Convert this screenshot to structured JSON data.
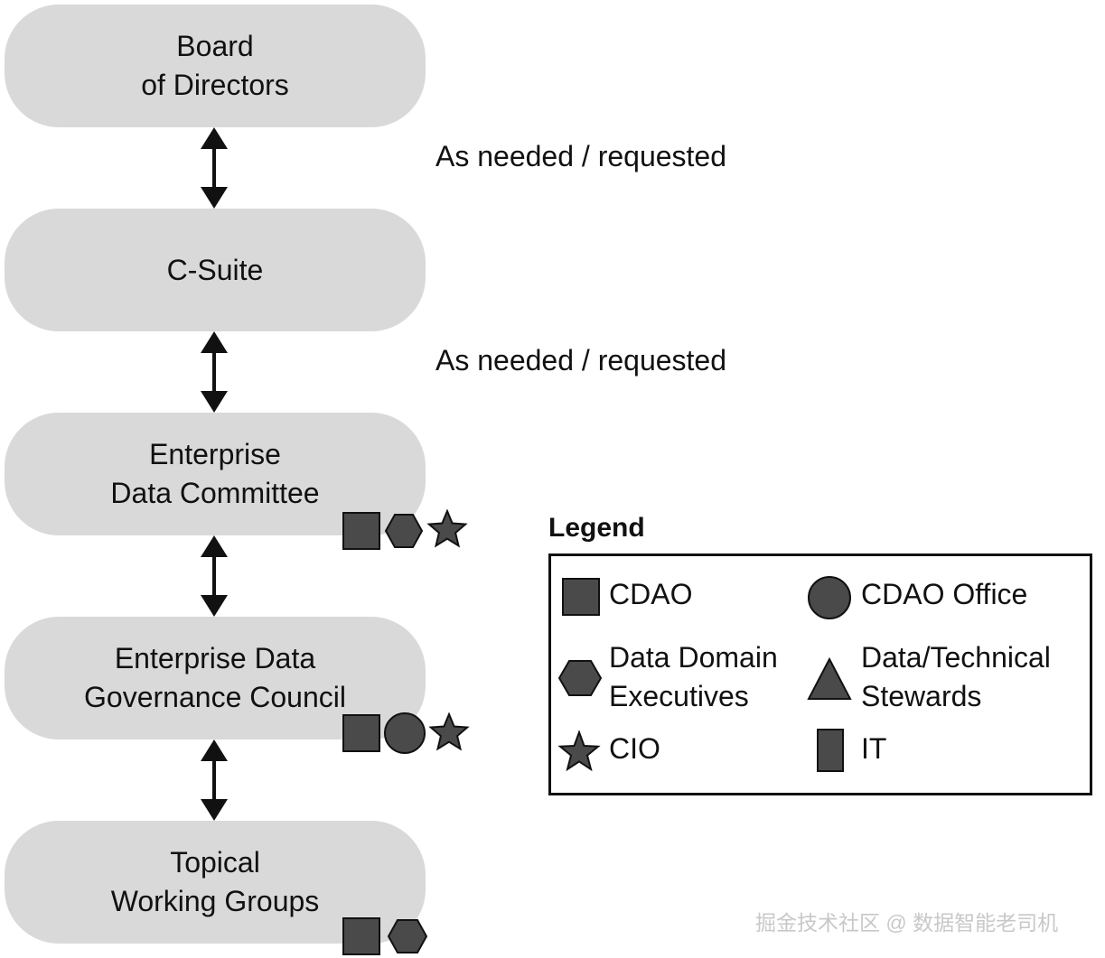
{
  "levels": [
    {
      "label": "Board\nof Directors"
    },
    {
      "label": "C-Suite"
    },
    {
      "label": "Enterprise\nData Committee",
      "badges": [
        "square-icon",
        "hexagon-icon",
        "star-icon"
      ]
    },
    {
      "label": "Enterprise Data\nGovernance Council",
      "badges": [
        "square-icon",
        "circle-icon",
        "star-icon"
      ]
    },
    {
      "label": "Topical\nWorking Groups",
      "badges": [
        "square-icon",
        "hexagon-icon"
      ]
    }
  ],
  "notes": [
    "As needed / requested",
    "As needed / requested"
  ],
  "legend": {
    "title": "Legend",
    "items": [
      {
        "icon": "square-icon",
        "label": "CDAO"
      },
      {
        "icon": "circle-icon",
        "label": "CDAO Office"
      },
      {
        "icon": "hexagon-icon",
        "label": "Data Domain\nExecutives"
      },
      {
        "icon": "triangle-icon",
        "label": "Data/Technical\nStewards"
      },
      {
        "icon": "star-icon",
        "label": "CIO"
      },
      {
        "icon": "rectangle-icon",
        "label": "IT"
      }
    ]
  },
  "watermark": "掘金技术社区 @ 数据智能老司机",
  "colors": {
    "pill": "#d9d9d9",
    "shape_fill": "#4a4a4a",
    "stroke": "#111111"
  }
}
